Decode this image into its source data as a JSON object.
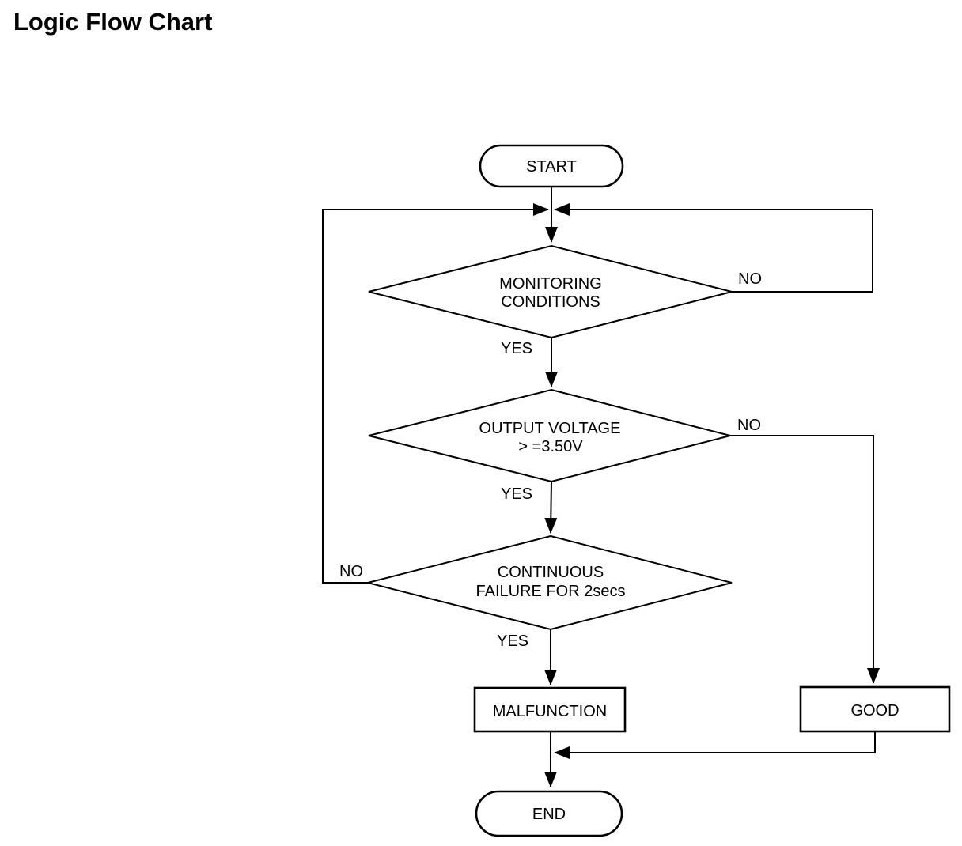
{
  "page": {
    "title": "Logic Flow Chart"
  },
  "colors": {
    "stroke": "#000000",
    "background": "#ffffff",
    "text": "#000000"
  },
  "flowchart": {
    "start": "START",
    "decision_monitoring": {
      "line1": "MONITORING",
      "line2": "CONDITIONS",
      "yes_label": "YES",
      "no_label": "NO"
    },
    "decision_voltage": {
      "line1": "OUTPUT VOLTAGE",
      "line2": "> =3.50V",
      "yes_label": "YES",
      "no_label": "NO"
    },
    "decision_continuous": {
      "line1": "CONTINUOUS",
      "line2": "FAILURE FOR 2secs",
      "yes_label": "YES",
      "no_label": "NO"
    },
    "malfunction": "MALFUNCTION",
    "good": "GOOD",
    "end": "END"
  }
}
